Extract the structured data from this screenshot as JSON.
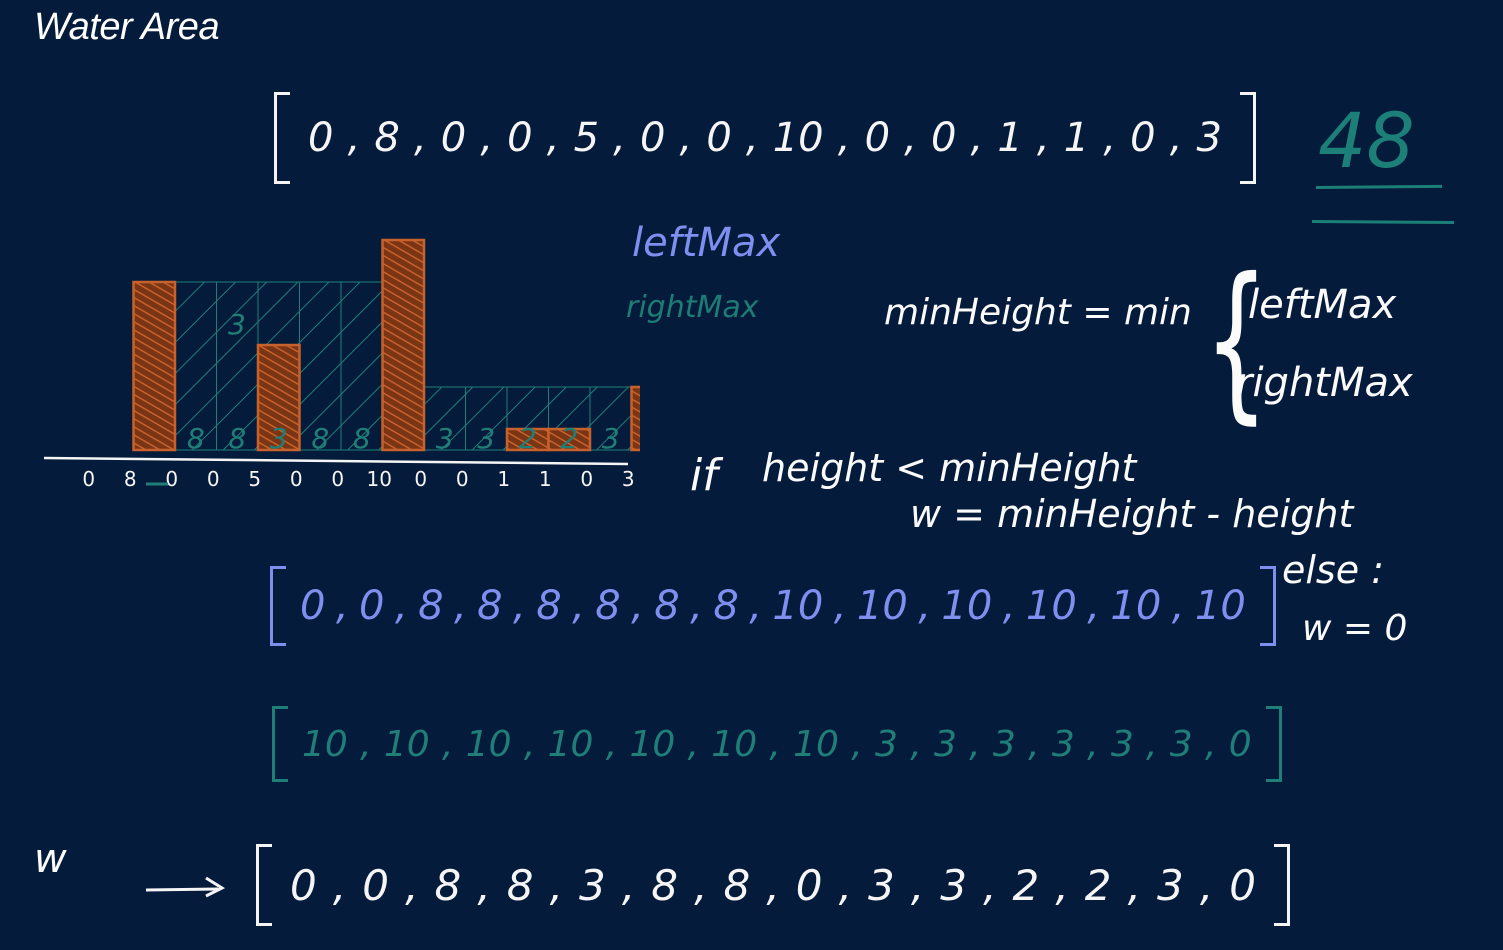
{
  "title": "Water Area",
  "input_heights": [
    "0",
    "8",
    "0",
    "0",
    "5",
    "0",
    "0",
    "10",
    "0",
    "0",
    "1",
    "1",
    "0",
    "3"
  ],
  "answer": "48",
  "legend": {
    "left_max": "leftMax",
    "right_max": "rightMax"
  },
  "formula": {
    "lhs": "minHeight = min",
    "option_1": "leftMax",
    "option_2": "rightMax"
  },
  "condition": {
    "if_keyword": "if",
    "test": "height < minHeight",
    "then": "w = minHeight - height",
    "else_keyword": "else :",
    "else_value": "w = 0"
  },
  "left_max": [
    "0",
    "0",
    "8",
    "8",
    "8",
    "8",
    "8",
    "8",
    "10",
    "10",
    "10",
    "10",
    "10",
    "10"
  ],
  "right_max": [
    "10",
    "10",
    "10",
    "10",
    "10",
    "10",
    "10",
    "3",
    "3",
    "3",
    "3",
    "3",
    "3",
    "0"
  ],
  "water_label": "w",
  "water": [
    "0",
    "0",
    "8",
    "8",
    "3",
    "8",
    "8",
    "0",
    "3",
    "3",
    "2",
    "2",
    "3",
    "0"
  ],
  "sketch": {
    "axis_labels": [
      "0",
      "8",
      "0",
      "0",
      "5",
      "0",
      "0",
      "10",
      "0",
      "0",
      "1",
      "1",
      "0",
      "3"
    ],
    "water_numbers": [
      "8",
      "8",
      "3",
      "8",
      "8",
      "3",
      "3",
      "2",
      "2",
      "3"
    ],
    "annotation": "3"
  },
  "colors": {
    "background": "#051b3b",
    "ink": "#f5f5f5",
    "left_max": "#7f8ff0",
    "right_max": "#1f7f78",
    "bar_fill": "#8a3f16",
    "bar_hatch": "#c8612b",
    "water_hatch": "#1f7f78"
  }
}
